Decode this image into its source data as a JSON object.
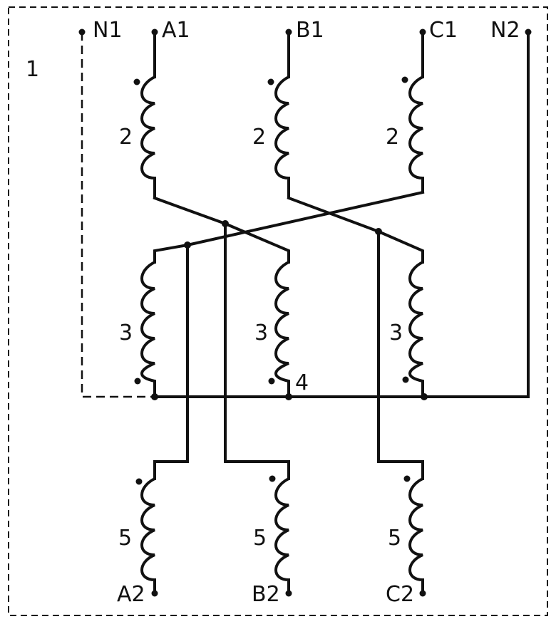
{
  "diagram": {
    "enclosure_label": "1",
    "terminals": {
      "n1": "N1",
      "a1": "A1",
      "b1": "B1",
      "c1": "C1",
      "n2": "N2",
      "a2": "A2",
      "b2": "B2",
      "c2": "C2"
    },
    "winding_labels": {
      "primary": "2",
      "middle": "3",
      "secondary": "5"
    },
    "junction_label": "4"
  }
}
